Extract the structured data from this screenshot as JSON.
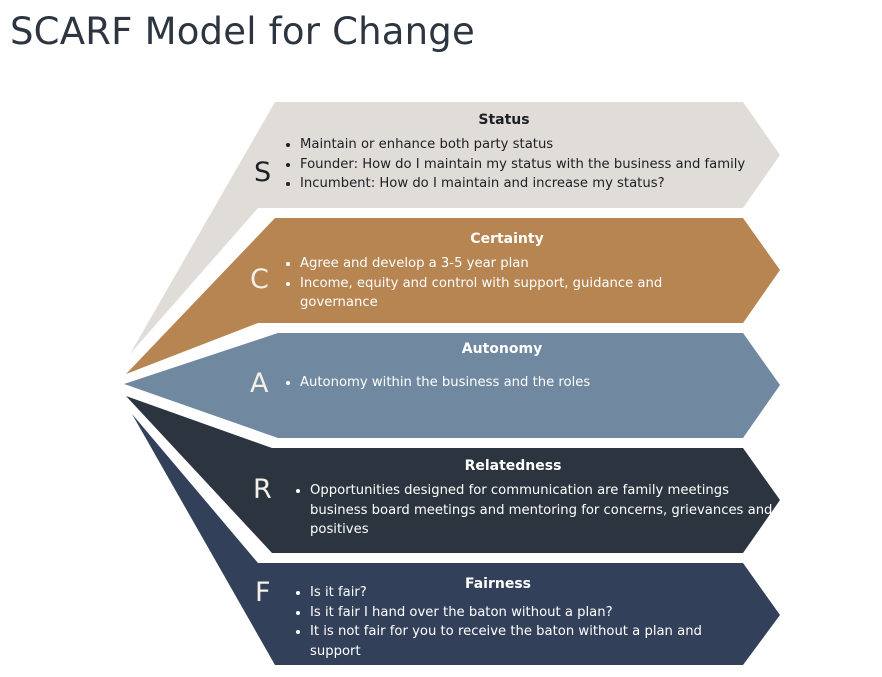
{
  "title": "SCARF Model for Change",
  "colors": {
    "status": "#e0dcd7",
    "certainty": "#b68552",
    "autonomy": "#7088a0",
    "relatedness": "#2c353f",
    "fairness": "#334059"
  },
  "bands": [
    {
      "letter": "S",
      "heading": "Status",
      "bullets": [
        "Maintain or enhance both party status",
        "Founder: How do I maintain my status with the business and family",
        "Incumbent: How do I maintain and increase my status?"
      ]
    },
    {
      "letter": "C",
      "heading": "Certainty",
      "bullets": [
        "Agree and develop a 3-5 year plan",
        "Income, equity and control with support, guidance and governance"
      ]
    },
    {
      "letter": "A",
      "heading": "Autonomy",
      "bullets": [
        "Autonomy within the business and the roles"
      ]
    },
    {
      "letter": "R",
      "heading": "Relatedness",
      "bullets": [
        "Opportunities designed for communication are family meetings business board meetings and mentoring for concerns, grievances and positives"
      ]
    },
    {
      "letter": "F",
      "heading": "Fairness",
      "bullets": [
        "Is it fair?",
        "Is it fair I hand over the baton without a plan?",
        "It is not fair for you to receive the baton without a plan and support"
      ]
    }
  ]
}
